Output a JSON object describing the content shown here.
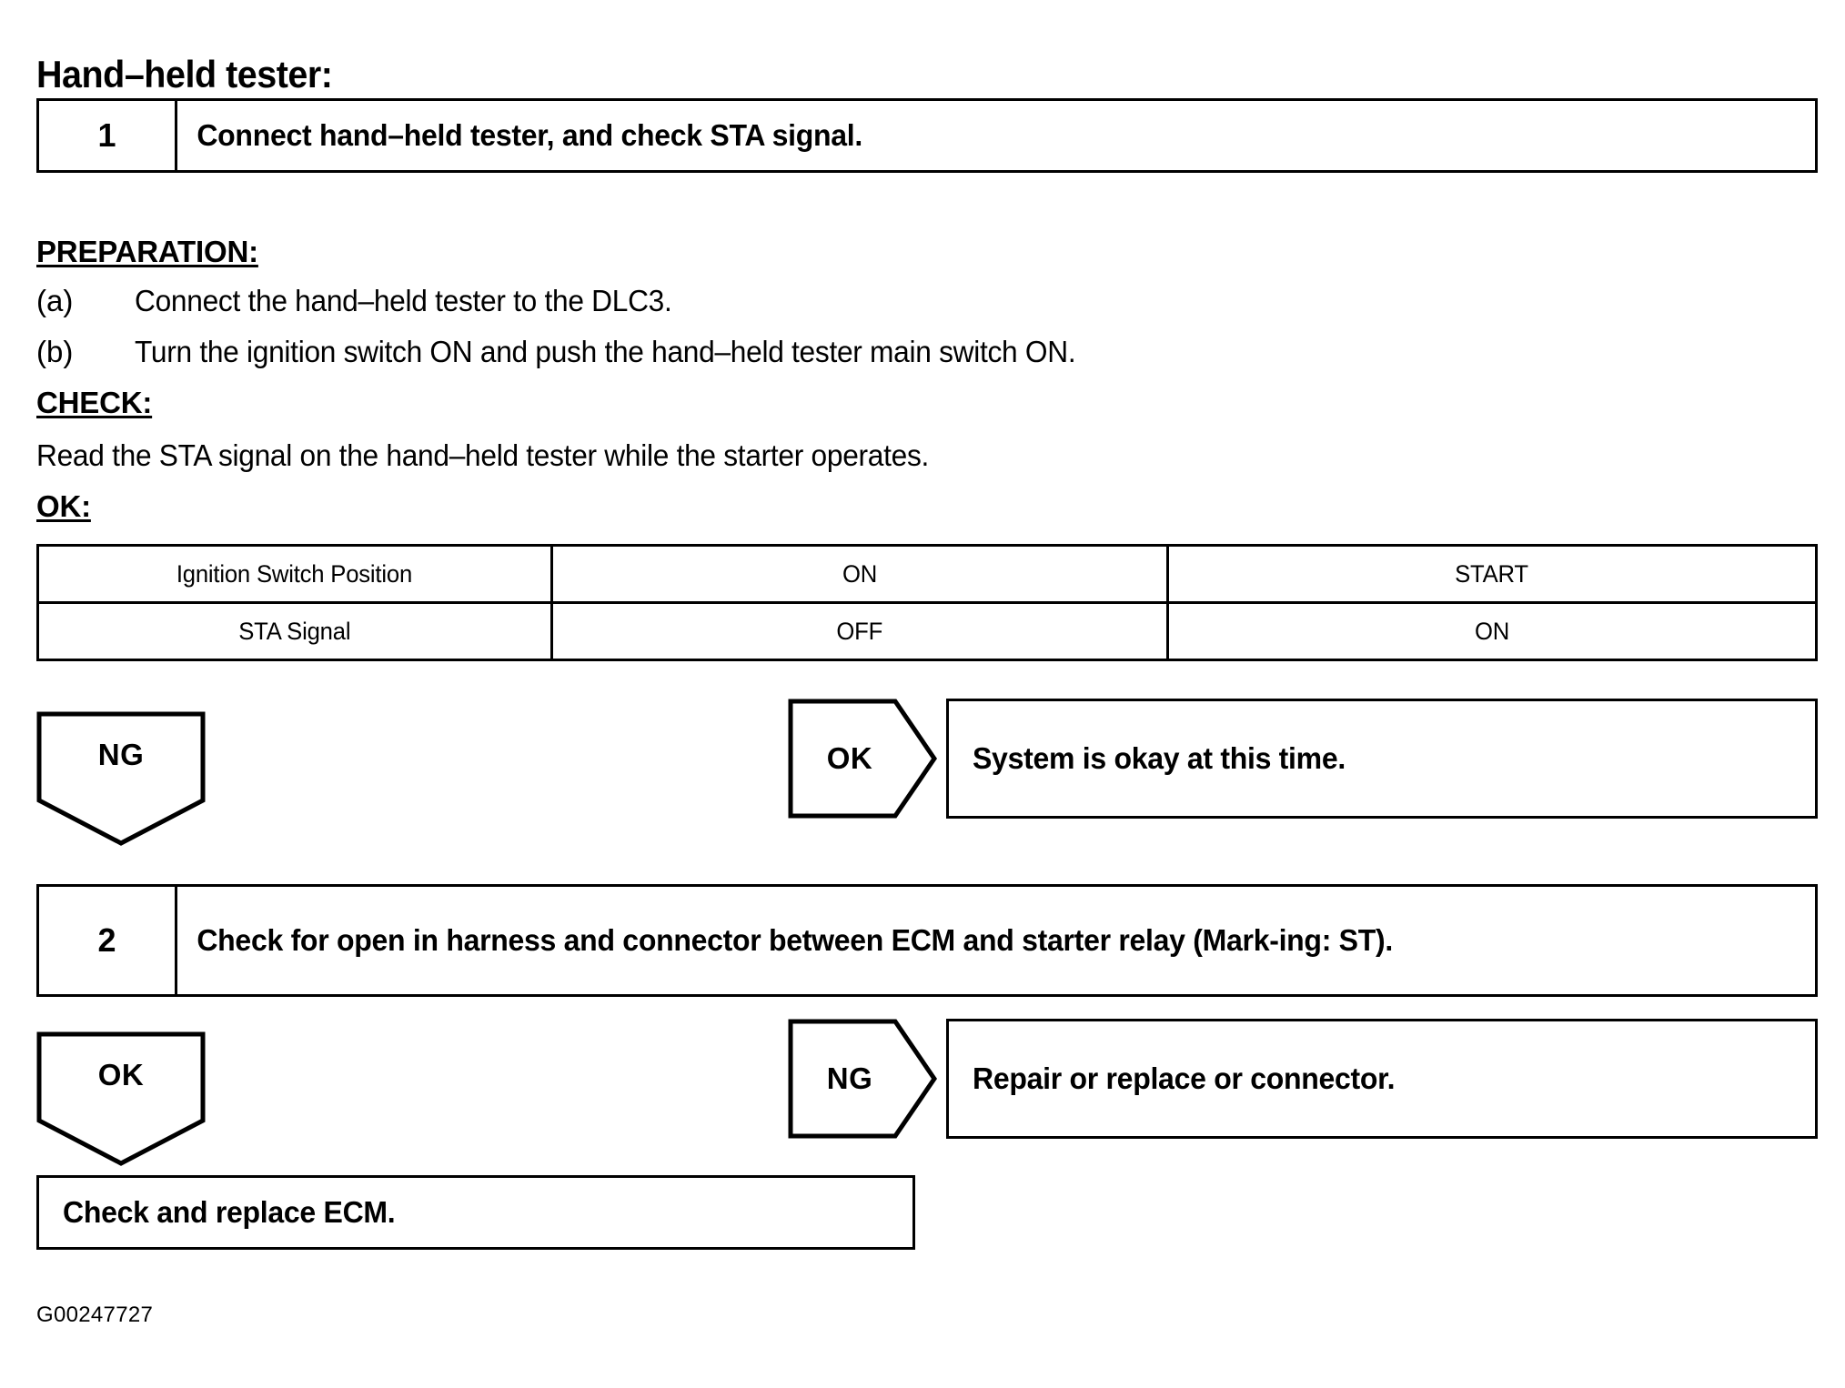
{
  "document": {
    "title": "Hand–held tester:",
    "footer_code": "G00247727"
  },
  "steps": [
    {
      "number": "1",
      "text": "Connect hand–held tester, and check STA signal."
    },
    {
      "number": "2",
      "text": "Check for open in harness and connector between ECM and starter relay (Mark‑ing: ST)."
    }
  ],
  "sections": {
    "preparation_heading": "PREPARATION:",
    "preparation_items": [
      {
        "marker": "(a)",
        "text": "Connect the hand–held tester to the DLC3."
      },
      {
        "marker": "(b)",
        "text": "Turn the ignition switch ON and push the hand–held tester main switch ON."
      }
    ],
    "check_heading": "CHECK:",
    "check_text": "Read the STA signal on the hand–held tester while the starter operates.",
    "ok_heading": "OK:"
  },
  "table": {
    "rows": [
      {
        "label": "Ignition Switch Position",
        "col1": "ON",
        "col2": "START"
      },
      {
        "label": "STA Signal",
        "col1": "OFF",
        "col2": "ON"
      }
    ]
  },
  "branches": {
    "ng_1": "NG",
    "ok_1": "OK",
    "ok_1_result": "System is okay at this time.",
    "ok_2": "OK",
    "ng_2": "NG",
    "ng_2_result": "Repair or replace or connector.",
    "final_result": "Check and replace ECM."
  },
  "colors": {
    "ink": "#000000",
    "paper": "#ffffff"
  }
}
